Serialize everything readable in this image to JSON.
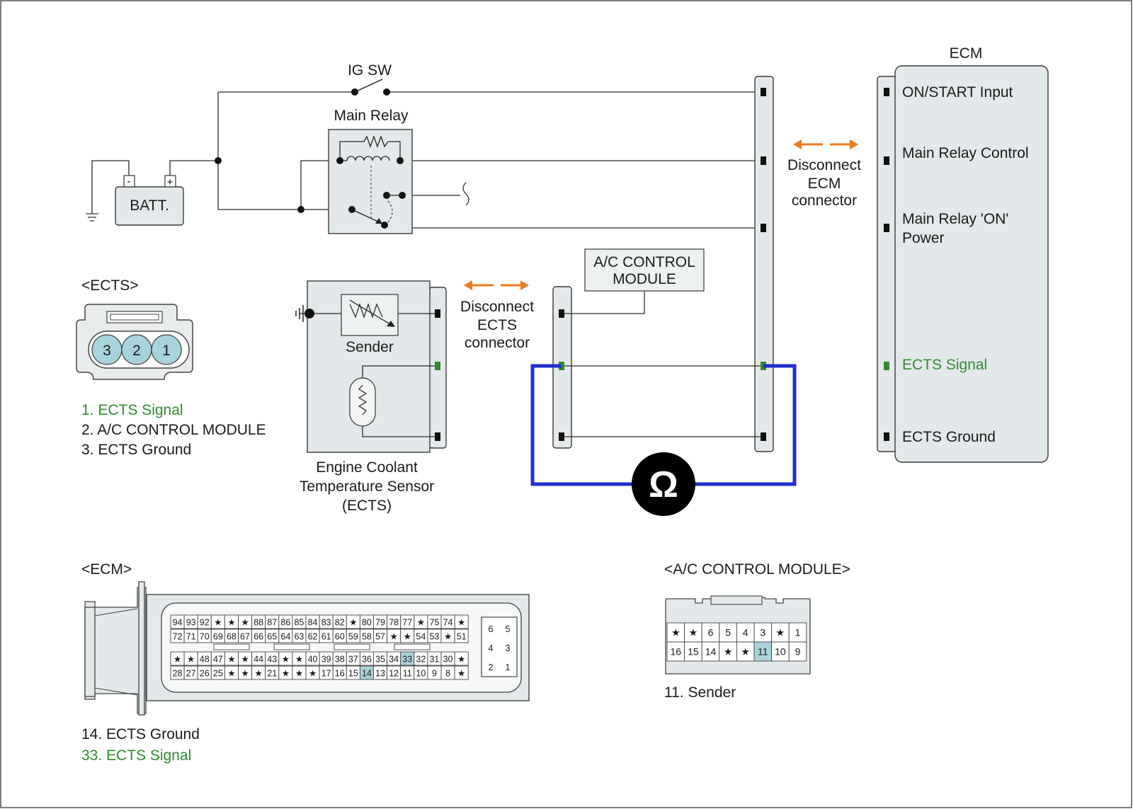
{
  "schematic": {
    "ig_sw": "IG SW",
    "main_relay": "Main Relay",
    "battery": "BATT.",
    "battery_neg": "-",
    "battery_pos": "+",
    "ac_control_module": [
      "A/C CONTROL",
      "MODULE"
    ],
    "sender": "Sender",
    "ects_caption": [
      "Engine Coolant",
      "Temperature Sensor",
      "(ECTS)"
    ],
    "disconnect_ects": [
      "Disconnect",
      "ECTS",
      "connector"
    ],
    "disconnect_ecm": [
      "Disconnect",
      "ECM",
      "connector"
    ],
    "ohm_symbol": "Ω"
  },
  "ecm": {
    "title": "ECM",
    "pins": [
      {
        "label": "ON/START Input"
      },
      {
        "label": "Main Relay Control"
      },
      {
        "label": "Main Relay 'ON'",
        "label2": "Power"
      },
      {
        "label": "ECTS Signal",
        "highlight": true
      },
      {
        "label": "ECTS Ground"
      }
    ]
  },
  "ects_connector": {
    "title": "<ECTS>",
    "pins": [
      "3",
      "2",
      "1"
    ],
    "legend": [
      {
        "text": "1. ECTS Signal",
        "highlight": true
      },
      {
        "text": "2. A/C CONTROL MODULE",
        "highlight": false
      },
      {
        "text": "3. ECTS Ground",
        "highlight": false
      }
    ]
  },
  "ecm_connector": {
    "title": "<ECM>",
    "rows": [
      [
        "94",
        "93",
        "92",
        "★",
        "★",
        "★",
        "88",
        "87",
        "86",
        "85",
        "84",
        "83",
        "82",
        "★",
        "80",
        "79",
        "78",
        "77",
        "★",
        "75",
        "74",
        "★"
      ],
      [
        "72",
        "71",
        "70",
        "69",
        "68",
        "67",
        "66",
        "65",
        "64",
        "63",
        "62",
        "61",
        "60",
        "59",
        "58",
        "57",
        "★",
        "★",
        "54",
        "53",
        "★",
        "51"
      ],
      [
        "★",
        "★",
        "48",
        "47",
        "★",
        "★",
        "44",
        "43",
        "★",
        "★",
        "40",
        "39",
        "38",
        "37",
        "36",
        "35",
        "34",
        "33",
        "32",
        "31",
        "30",
        "★"
      ],
      [
        "28",
        "27",
        "26",
        "25",
        "★",
        "★",
        "★",
        "21",
        "★",
        "★",
        "★",
        "17",
        "16",
        "15",
        "14",
        "13",
        "12",
        "11",
        "10",
        "9",
        "8",
        "★"
      ]
    ],
    "highlighted": [
      "33",
      "14"
    ],
    "small_block": [
      [
        "6",
        "5"
      ],
      [
        "4",
        "3"
      ],
      [
        "2",
        "1"
      ]
    ],
    "legend": [
      {
        "text": "14. ECTS Ground",
        "highlight": false
      },
      {
        "text": "33. ECTS Signal",
        "highlight": true
      }
    ]
  },
  "ac_connector": {
    "title": "<A/C CONTROL MODULE>",
    "rows": [
      [
        "★",
        "★",
        "6",
        "5",
        "4",
        "3",
        "★",
        "1"
      ],
      [
        "16",
        "15",
        "14",
        "★",
        "★",
        "11",
        "10",
        "9"
      ]
    ],
    "highlighted": [
      "11"
    ],
    "legend": [
      {
        "text": "11. Sender",
        "highlight": false
      }
    ]
  },
  "colors": {
    "signal_green": "#2e8b2e",
    "meter_lead_blue": "#1f2fd0",
    "disconnect_arrow_orange": "#f07a1e",
    "connector_fill": "#e3e9ea",
    "pin_highlight": "#a8d2dc"
  }
}
